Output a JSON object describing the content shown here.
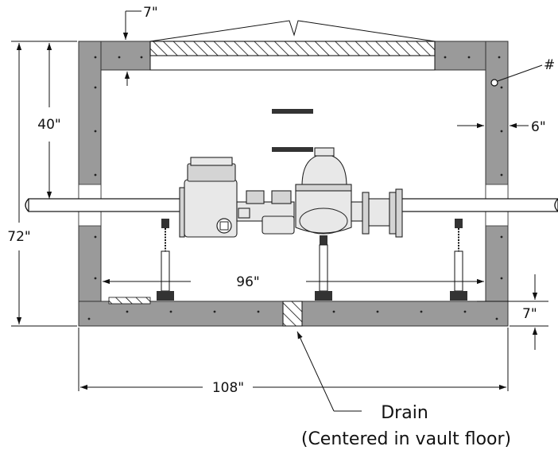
{
  "dimensions": {
    "top_wall": "7\"",
    "interior_height": "40\"",
    "overall_height": "72\"",
    "side_wall": "6\"",
    "interior_width": "96\"",
    "floor": "7\"",
    "overall_width": "108\""
  },
  "callouts": {
    "item_marker": "#",
    "drain": "Drain",
    "drain_note": "(Centered in vault floor)"
  },
  "colors": {
    "concrete": "#9a9a9a",
    "line": "#111111",
    "equipment": "#e8e8e8"
  }
}
